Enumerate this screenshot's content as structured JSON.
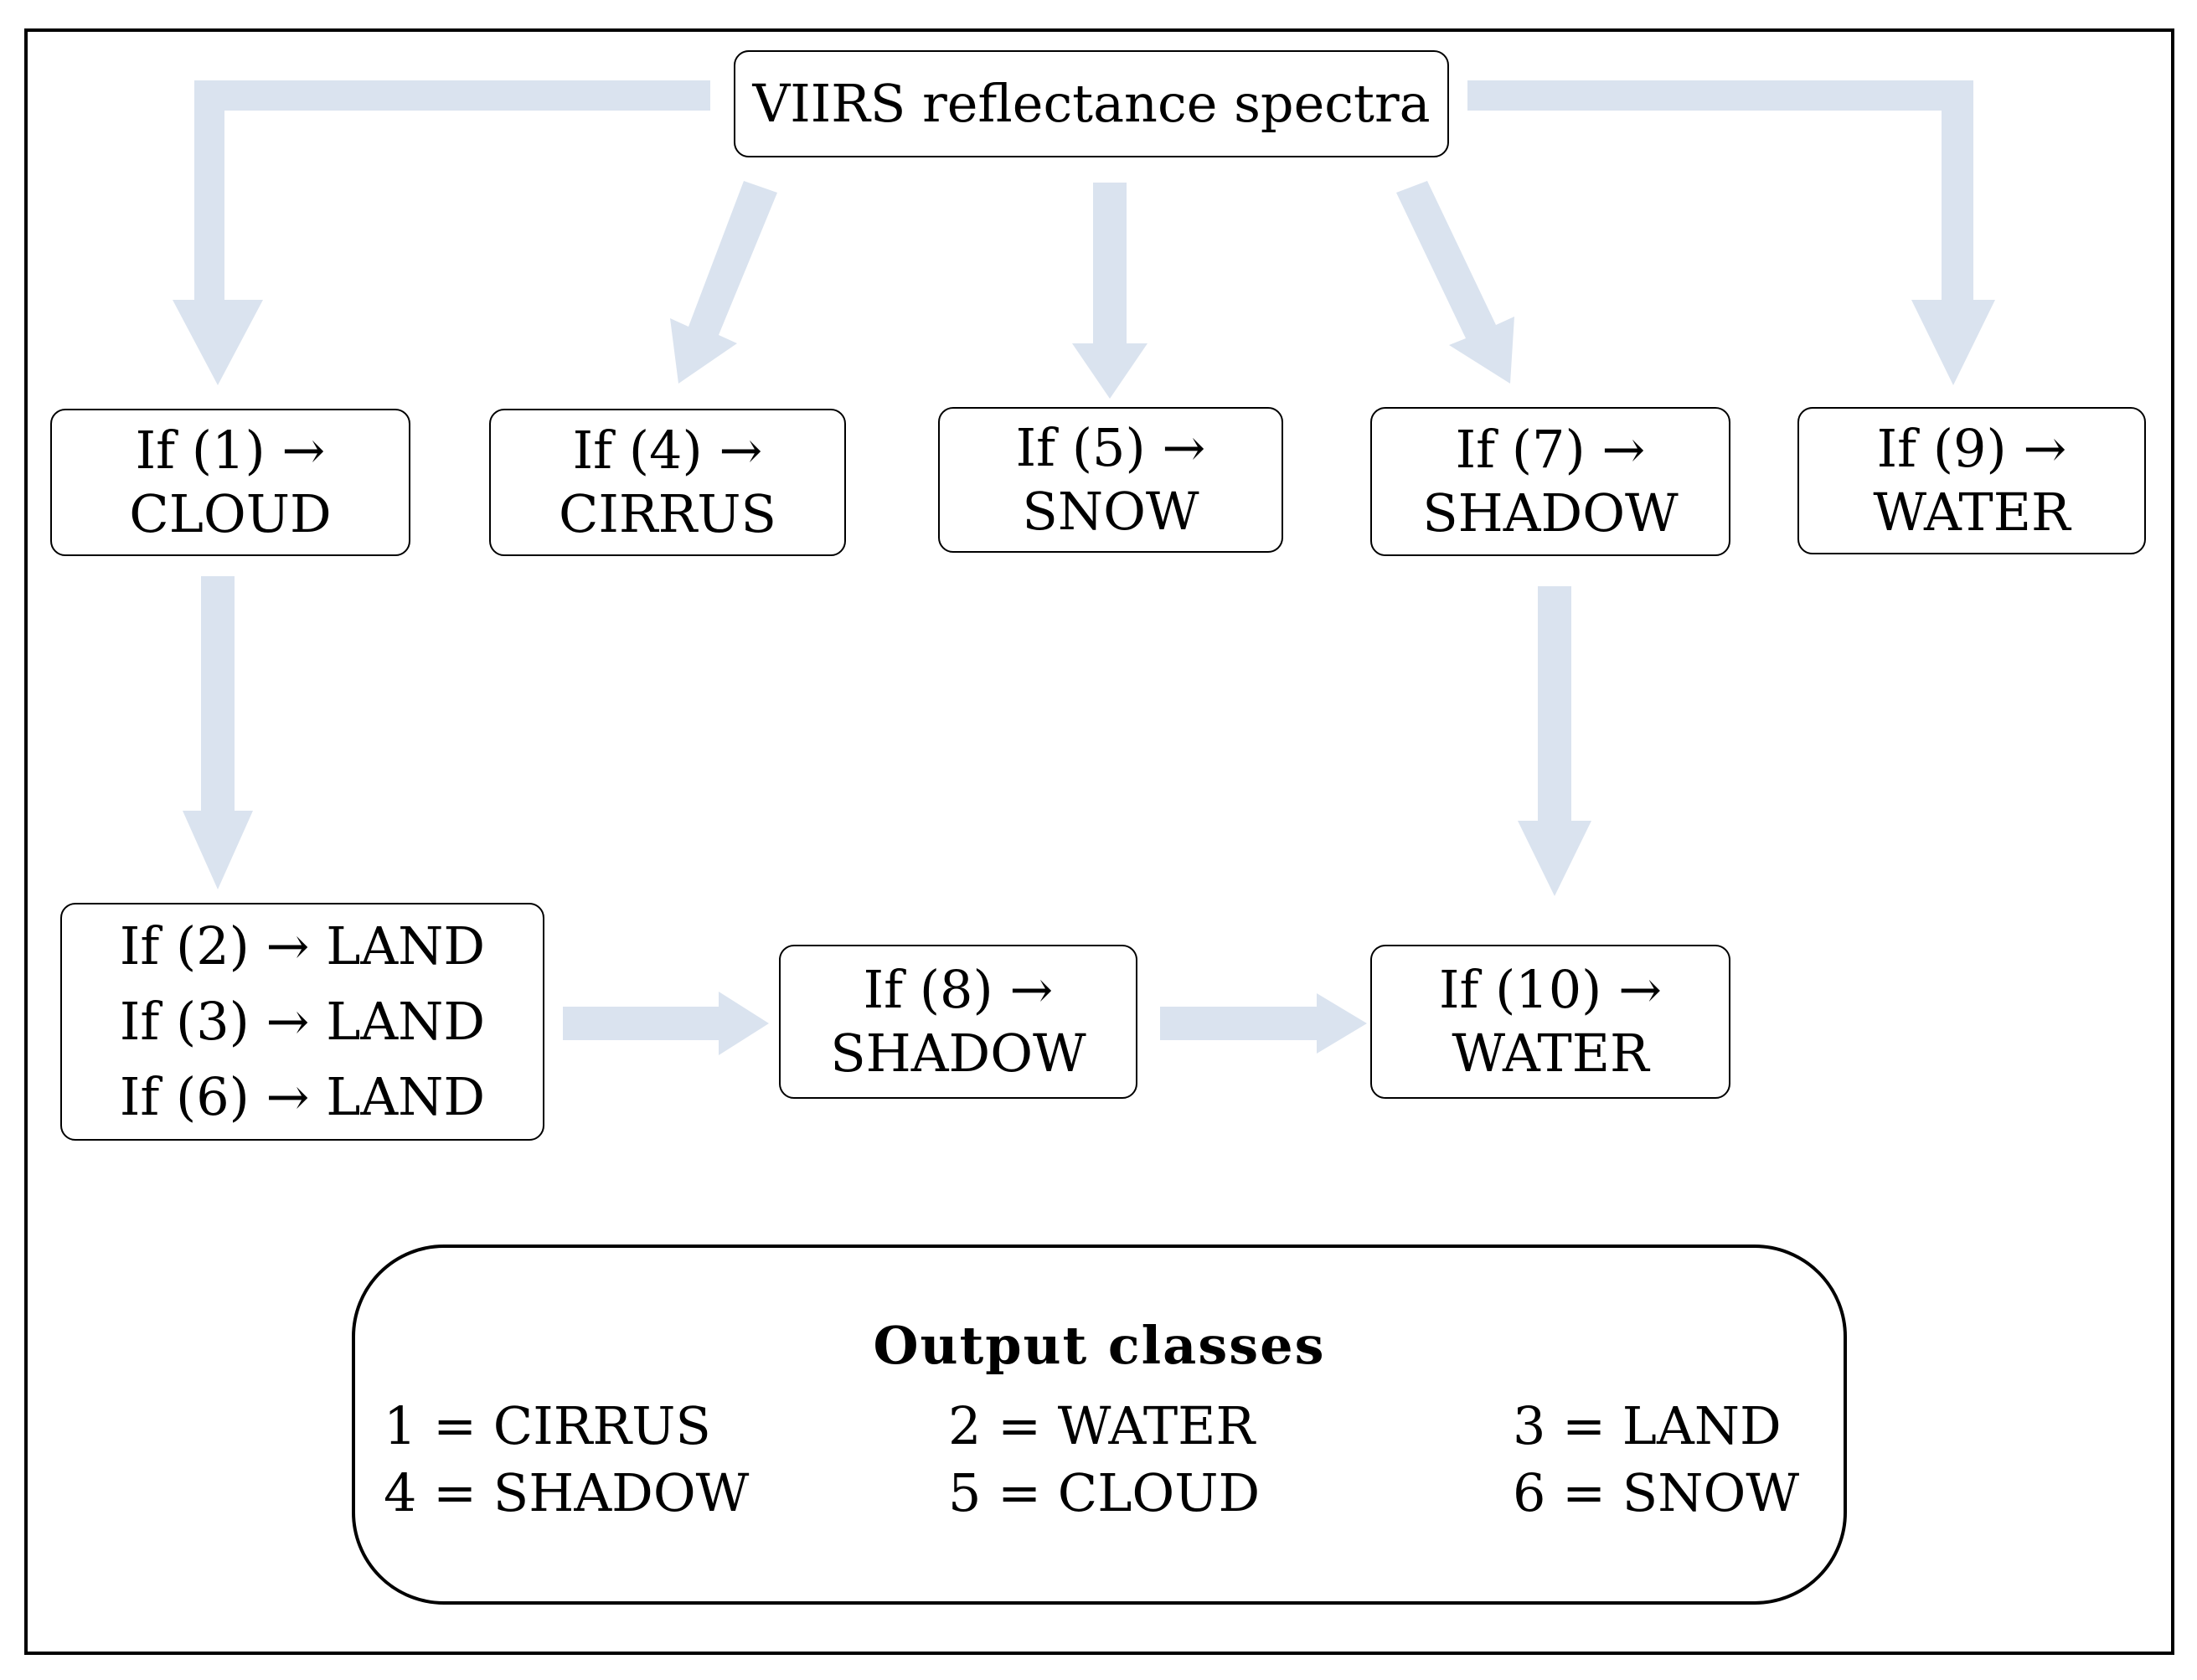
{
  "root": {
    "label": "VIIRS reflectance spectra"
  },
  "tests": {
    "t1": {
      "line1": "If (1) →",
      "line2": "CLOUD"
    },
    "t4": {
      "line1": "If (4) →",
      "line2": "CIRRUS"
    },
    "t5": {
      "line1": "If (5) →",
      "line2": "SNOW"
    },
    "t7": {
      "line1": "If (7) →",
      "line2": "SHADOW"
    },
    "t9": {
      "line1": "If (9) →",
      "line2": "WATER"
    },
    "land": {
      "line1": "If (2) → LAND",
      "line2": "If (3) → LAND",
      "line3": "If (6) → LAND"
    },
    "t8": {
      "line1": "If (8) →",
      "line2": "SHADOW"
    },
    "t10": {
      "line1": "If (10) →",
      "line2": "WATER"
    }
  },
  "legend": {
    "title": "Output classes",
    "items": [
      "1 = CIRRUS",
      "2 = WATER",
      "3 = LAND",
      "4 = SHADOW",
      "5 = CLOUD",
      "6 = SNOW"
    ]
  },
  "colors": {
    "arrow": "#dae3ef",
    "border": "#000000",
    "background": "#ffffff"
  }
}
